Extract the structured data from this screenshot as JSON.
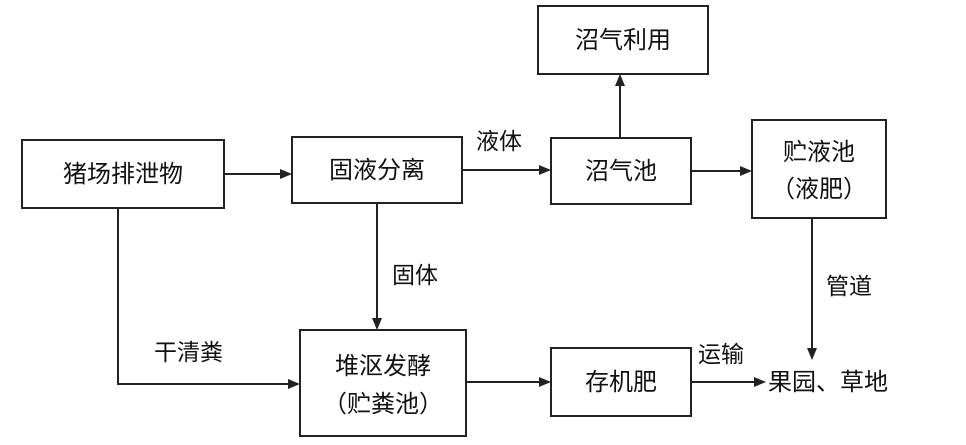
{
  "nodes": {
    "pig_waste": "猪场排泄物",
    "separation": "固液分离",
    "biogas_use": "沼气利用",
    "digester": "沼气池",
    "liquid_pool_line1": "贮液池",
    "liquid_pool_line2": "（液肥）",
    "compost_line1": "堆沤发酵",
    "compost_line2": "（贮粪池）",
    "organic_fert": "存机肥",
    "destination": "果园、草地"
  },
  "edges": {
    "liquid": "液体",
    "solid": "固体",
    "dry_manure": "干清粪",
    "pipeline": "管道",
    "transport": "运输"
  }
}
